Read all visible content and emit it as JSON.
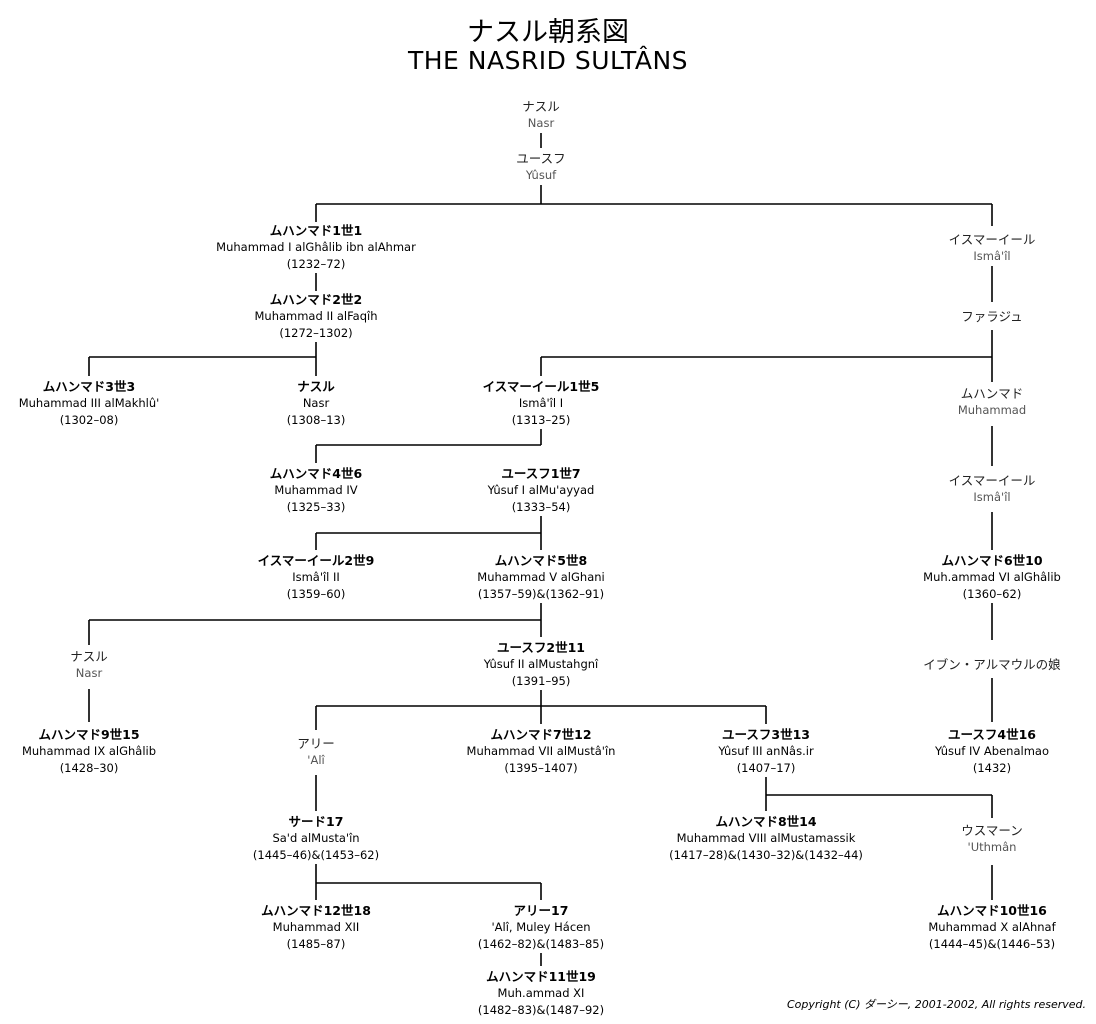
{
  "title_jp": "ナスル朝系図",
  "title_en": "THE NASRID SULTÂNS",
  "copyright": "Copyright (C) ダーシー, 2001-2002, All rights reserved.",
  "nodes": {
    "nasr_root": {
      "jp": "ナスル",
      "en": "Nasr"
    },
    "yusuf_root": {
      "jp": "ユースフ",
      "en": "Yûsuf"
    },
    "muhammad1": {
      "jp": "ムハンマド1世1",
      "en": "Muhammad I alGhâlib ibn alAhmar",
      "yr": "(1232–72)"
    },
    "ismail_a": {
      "jp": "イスマーイール",
      "en": "Ismâ'îl"
    },
    "muhammad2": {
      "jp": "ムハンマド2世2",
      "en": "Muhammad II alFaqîh",
      "yr": "(1272–1302)"
    },
    "faraj": {
      "jp": "ファラジュ"
    },
    "muhammad3": {
      "jp": "ムハンマド3世3",
      "en": "Muhammad III alMakhlû'",
      "yr": "(1302–08)"
    },
    "nasr_sultan": {
      "jp": "ナスル",
      "en": "Nasr",
      "yr": "(1308–13)"
    },
    "ismail1": {
      "jp": "イスマーイール1世5",
      "en": "Ismâ'îl I",
      "yr": "(1313–25)"
    },
    "muhammad_b": {
      "jp": "ムハンマド",
      "en": "Muhammad"
    },
    "muhammad4": {
      "jp": "ムハンマド4世6",
      "en": "Muhammad IV",
      "yr": "(1325–33)"
    },
    "yusuf1": {
      "jp": "ユースフ1世7",
      "en": "Yûsuf I alMu'ayyad",
      "yr": "(1333–54)"
    },
    "ismail_c": {
      "jp": "イスマーイール",
      "en": "Ismâ'îl"
    },
    "ismail2": {
      "jp": "イスマーイール2世9",
      "en": "Ismâ'îl II",
      "yr": "(1359–60)"
    },
    "muhammad5": {
      "jp": "ムハンマド5世8",
      "en": "Muhammad V alGhani",
      "yr": "(1357–59)&(1362–91)"
    },
    "muhammad6": {
      "jp": "ムハンマド6世10",
      "en": "Muh.ammad VI alGhâlib",
      "yr": "(1360–62)"
    },
    "nasr_c": {
      "jp": "ナスル",
      "en": "Nasr"
    },
    "yusuf2": {
      "jp": "ユースフ2世11",
      "en": "Yûsuf II alMustahgnî",
      "yr": "(1391–95)"
    },
    "ibn_daughter": {
      "jp": "イブン・アルマウルの娘"
    },
    "muhammad9": {
      "jp": "ムハンマド9世15",
      "en": "Muhammad IX alGhâlib",
      "yr": "(1428–30)"
    },
    "ali_a": {
      "jp": "アリー",
      "en": "'Alî"
    },
    "muhammad7": {
      "jp": "ムハンマド7世12",
      "en": "Muhammad VII alMustâ'în",
      "yr": "(1395–1407)"
    },
    "yusuf3": {
      "jp": "ユースフ3世13",
      "en": "Yûsuf III anNâs.ir",
      "yr": "(1407–17)"
    },
    "yusuf4": {
      "jp": "ユースフ4世16",
      "en": "Yûsuf IV Abenalmao",
      "yr": "(1432)"
    },
    "sad": {
      "jp": "サード17",
      "en": "Sa'd alMusta'în",
      "yr": "(1445–46)&(1453–62)"
    },
    "muhammad8": {
      "jp": "ムハンマド8世14",
      "en": "Muhammad VIII alMustamassik",
      "yr": "(1417–28)&(1430–32)&(1432–44)"
    },
    "uthman": {
      "jp": "ウスマーン",
      "en": "'Uthmân"
    },
    "muhammad12": {
      "jp": "ムハンマド12世18",
      "en": "Muhammad XII",
      "yr": "(1485–87)"
    },
    "ali17": {
      "jp": "アリー17",
      "en": "'Alî, Muley Hácen",
      "yr": "(1462–82)&(1483–85)"
    },
    "muhammad10": {
      "jp": "ムハンマド10世16",
      "en": "Muhammad X alAhnaf",
      "yr": "(1444–45)&(1446–53)"
    },
    "muhammad11": {
      "jp": "ムハンマド11世19",
      "en": "Muh.ammad XI",
      "yr": "(1482–83)&(1487–92)"
    }
  }
}
